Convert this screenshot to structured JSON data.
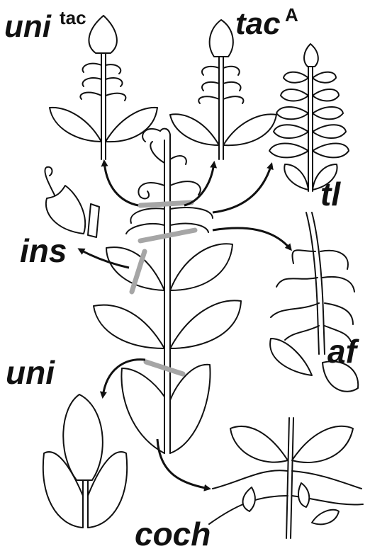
{
  "labels": {
    "uni_tac": {
      "base": "uni",
      "sup": "tac"
    },
    "tac_A": {
      "base": "tac",
      "sup": "A"
    },
    "tl": "tl",
    "ins": "ins",
    "af": "af",
    "uni": "uni",
    "coch": "coch"
  },
  "colors": {
    "ink": "#111111",
    "boundary_bar": "#a6a6a6",
    "leaf_fill": "#ffffff"
  }
}
